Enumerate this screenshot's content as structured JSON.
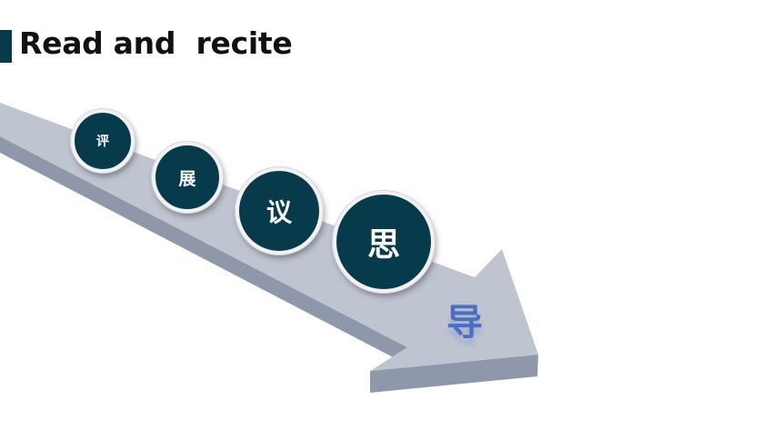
{
  "slide": {
    "title": "Read and  recite"
  },
  "steps": [
    {
      "label": "评"
    },
    {
      "label": "展"
    },
    {
      "label": "议"
    },
    {
      "label": "思"
    }
  ],
  "arrow_label": "导",
  "colors": {
    "circle_fill": "#073b4c",
    "arrow_top": "#bfc4d1",
    "arrow_side": "#8f98aa",
    "arrow_label": "#4a6fc2"
  }
}
